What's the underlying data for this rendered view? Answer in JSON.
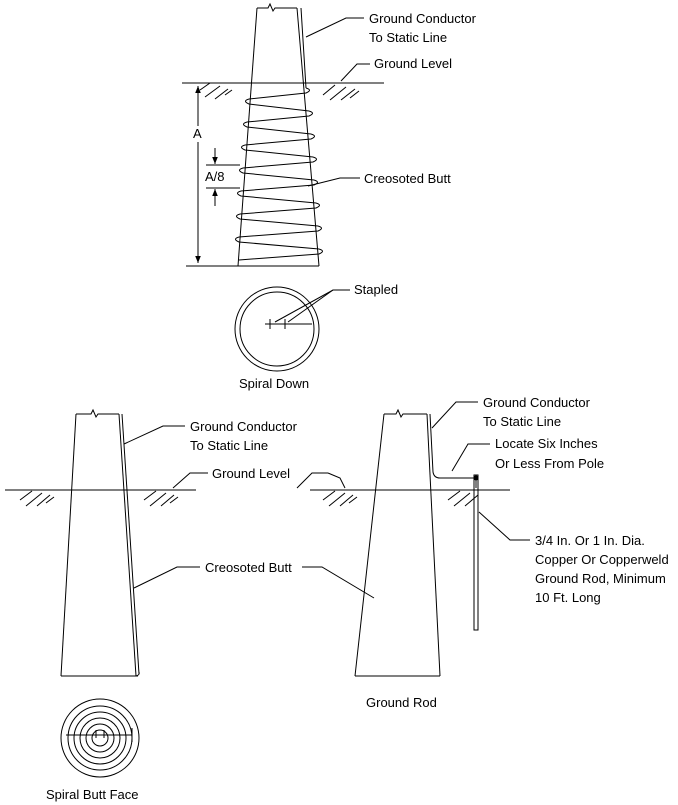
{
  "diagram1": {
    "ground_conductor": [
      "Ground Conductor",
      "To Static Line"
    ],
    "ground_level": "Ground Level",
    "creosoted_butt": "Creosoted Butt",
    "dim_a": "A",
    "dim_a8": "A/8",
    "stapled": "Stapled",
    "caption": "Spiral Down"
  },
  "diagram2": {
    "ground_conductor": [
      "Ground Conductor",
      "To Static Line"
    ],
    "ground_level": "Ground Level",
    "creosoted_butt": "Creosoted Butt",
    "caption": "Spiral Butt Face"
  },
  "diagram3": {
    "ground_conductor": [
      "Ground Conductor",
      "To Static Line"
    ],
    "locate": [
      "Locate Six Inches",
      "Or Less From Pole"
    ],
    "rod_spec": [
      "3/4 In. Or 1 In. Dia.",
      "Copper Or Copperweld",
      "Ground Rod, Minimum",
      "10 Ft. Long"
    ],
    "caption": "Ground Rod"
  }
}
